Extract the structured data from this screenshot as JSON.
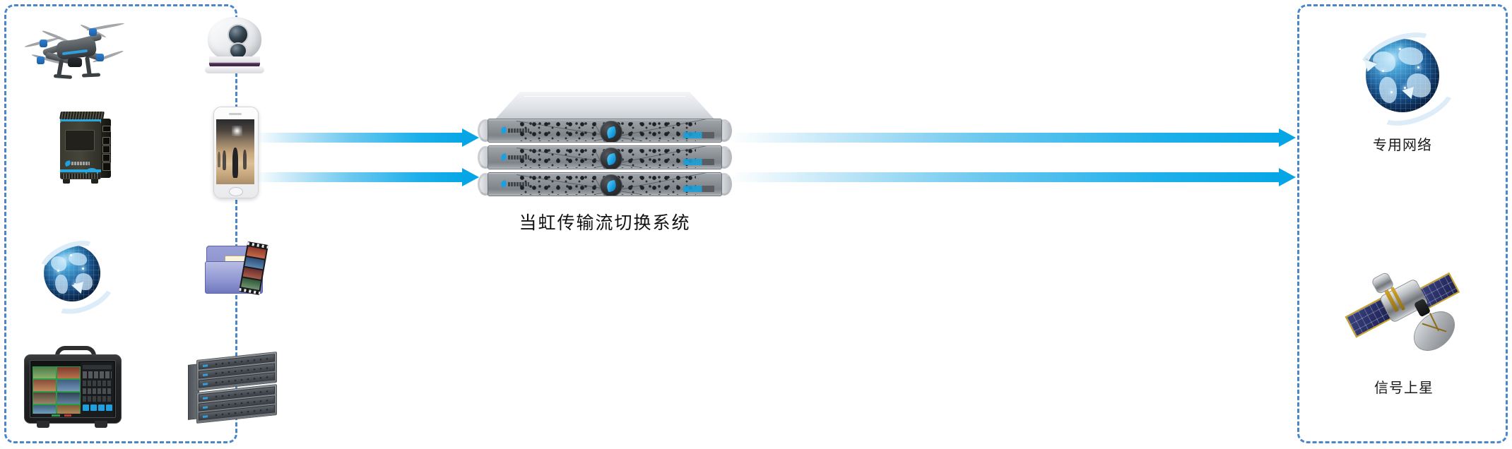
{
  "diagram": {
    "title": "当虹传输流切换系统",
    "accent_color": "#06a6e6",
    "panel_border_color": "#4a86c8",
    "background_color": "#ffffff"
  },
  "sources_panel": {
    "name": "sources",
    "items": [
      {
        "icon": "drone-icon",
        "label": ""
      },
      {
        "icon": "dome-camera-icon",
        "label": ""
      },
      {
        "icon": "encoder-box-icon",
        "label": ""
      },
      {
        "icon": "smartphone-icon",
        "label": ""
      },
      {
        "icon": "globe-network-icon",
        "label": ""
      },
      {
        "icon": "media-folder-icon",
        "label": ""
      },
      {
        "icon": "portable-switcher-icon",
        "label": ""
      },
      {
        "icon": "rack-storage-icon",
        "label": ""
      }
    ]
  },
  "system": {
    "name": "transport-stream-switch-system",
    "caption": "当虹传输流切换系统",
    "unit_count": 3,
    "brand_mark": "当虹科技"
  },
  "outputs_panel": {
    "name": "outputs",
    "items": [
      {
        "icon": "globe-network-icon",
        "label": "专用网络"
      },
      {
        "icon": "satellite-icon",
        "label": "信号上星"
      }
    ]
  },
  "flows": [
    {
      "name": "source-to-system-top",
      "from": "sources",
      "to": "system",
      "direction": "right"
    },
    {
      "name": "source-to-system-bottom",
      "from": "sources",
      "to": "system",
      "direction": "right"
    },
    {
      "name": "system-to-network",
      "from": "system",
      "to": "outputs",
      "direction": "right"
    },
    {
      "name": "system-to-satellite",
      "from": "system",
      "to": "outputs",
      "direction": "right"
    }
  ]
}
